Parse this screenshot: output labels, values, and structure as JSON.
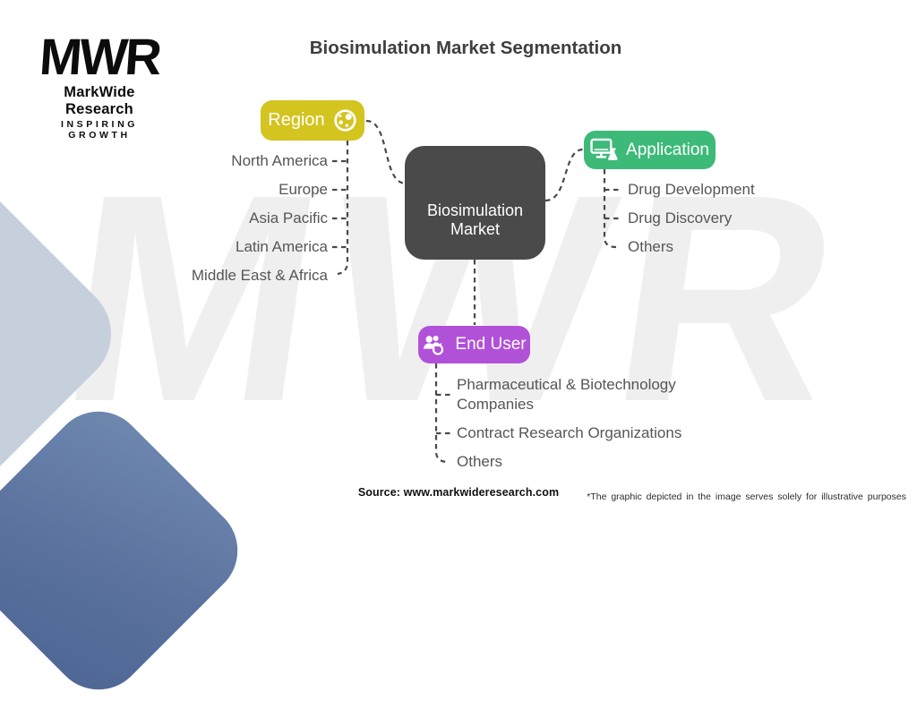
{
  "title": "Biosimulation Market Segmentation",
  "logo": {
    "acronym": "MWR",
    "name": "MarkWide Research",
    "tagline": "INSPIRING GROWTH"
  },
  "watermark": "MWR",
  "center": {
    "line1": "Biosimulation",
    "line2": "Market"
  },
  "branches": {
    "region": {
      "label": "Region",
      "icon": "globe-icon",
      "color": "#d3c420",
      "items": [
        "North America",
        "Europe",
        "Asia Pacific",
        "Latin America",
        "Middle East & Africa"
      ]
    },
    "application": {
      "label": "Application",
      "icon": "monitor-flask-icon",
      "color": "#3dba78",
      "items": [
        "Drug Development",
        "Drug Discovery",
        "Others"
      ]
    },
    "end_user": {
      "label": "End User",
      "icon": "users-refresh-icon",
      "color": "#b151d8",
      "items": [
        "Pharmaceutical & Biotechnology Companies",
        "Contract Research Organizations",
        "Others"
      ]
    }
  },
  "footer": {
    "source": "Source: www.markwideresearch.com",
    "disclaimer": "*The graphic depicted in the image serves solely for illustrative purposes"
  },
  "colors": {
    "center_box": "#4a4a4a",
    "connector": "#4a4a4a",
    "title_text": "#3f3f3f",
    "item_text": "#565656",
    "watermark": "#efefef",
    "diamond_light": "#c6d0dd",
    "diamond_dark": "#5a729d"
  }
}
